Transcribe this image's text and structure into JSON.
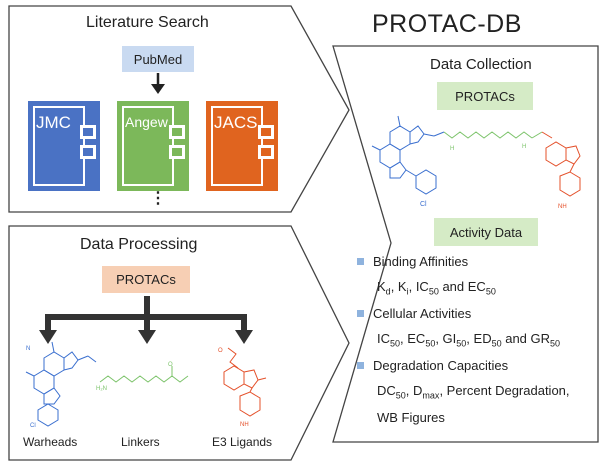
{
  "app_title": "PROTAC-DB",
  "literature_search": {
    "title": "Literature Search",
    "source": "PubMed",
    "journals": [
      {
        "label": "JMC",
        "color": "#4a72c4"
      },
      {
        "label": "Angew",
        "color": "#7cb85a"
      },
      {
        "label": "JACS",
        "color": "#e0641f"
      }
    ],
    "more": "⋮"
  },
  "data_processing": {
    "title": "Data Processing",
    "chip": "PROTACs",
    "components": [
      "Warheads",
      "Linkers",
      "E3 Ligands"
    ]
  },
  "data_collection": {
    "title": "Data Collection",
    "chip_protacs": "PROTACs",
    "chip_activity": "Activity Data",
    "binding": {
      "heading": "Binding Affinities",
      "k": "K",
      "kd_sub": "d",
      "comma1": ", K",
      "ki_sub": "i",
      "comma2": ", IC",
      "ic_sub": "50",
      "and": " and EC",
      "ec_sub": "50"
    },
    "cellular": {
      "heading": "Cellular Activities",
      "ic": "IC",
      "ic_sub": "50",
      "ec": ", EC",
      "ec_sub": "50",
      "gi": ", GI",
      "gi_sub": "50",
      "ed": ", ED",
      "ed_sub": "50",
      "gr": " and GR",
      "gr_sub": "50"
    },
    "degradation": {
      "heading": "Degradation Capacities",
      "dc": "DC",
      "dc_sub": "50",
      "dmax": ", D",
      "dmax_sub": "max",
      "rest": ", Percent Degradation,",
      "wb": "WB Figures"
    }
  },
  "colors": {
    "blue_chip": "#c9daf1",
    "green_chip": "#d5ebc6",
    "orange_chip": "#f7cfb4",
    "bullet": "#8fb3de",
    "molecule_blue": "#3a6fcf",
    "molecule_green": "#7cc36a",
    "molecule_red": "#e4502a"
  }
}
